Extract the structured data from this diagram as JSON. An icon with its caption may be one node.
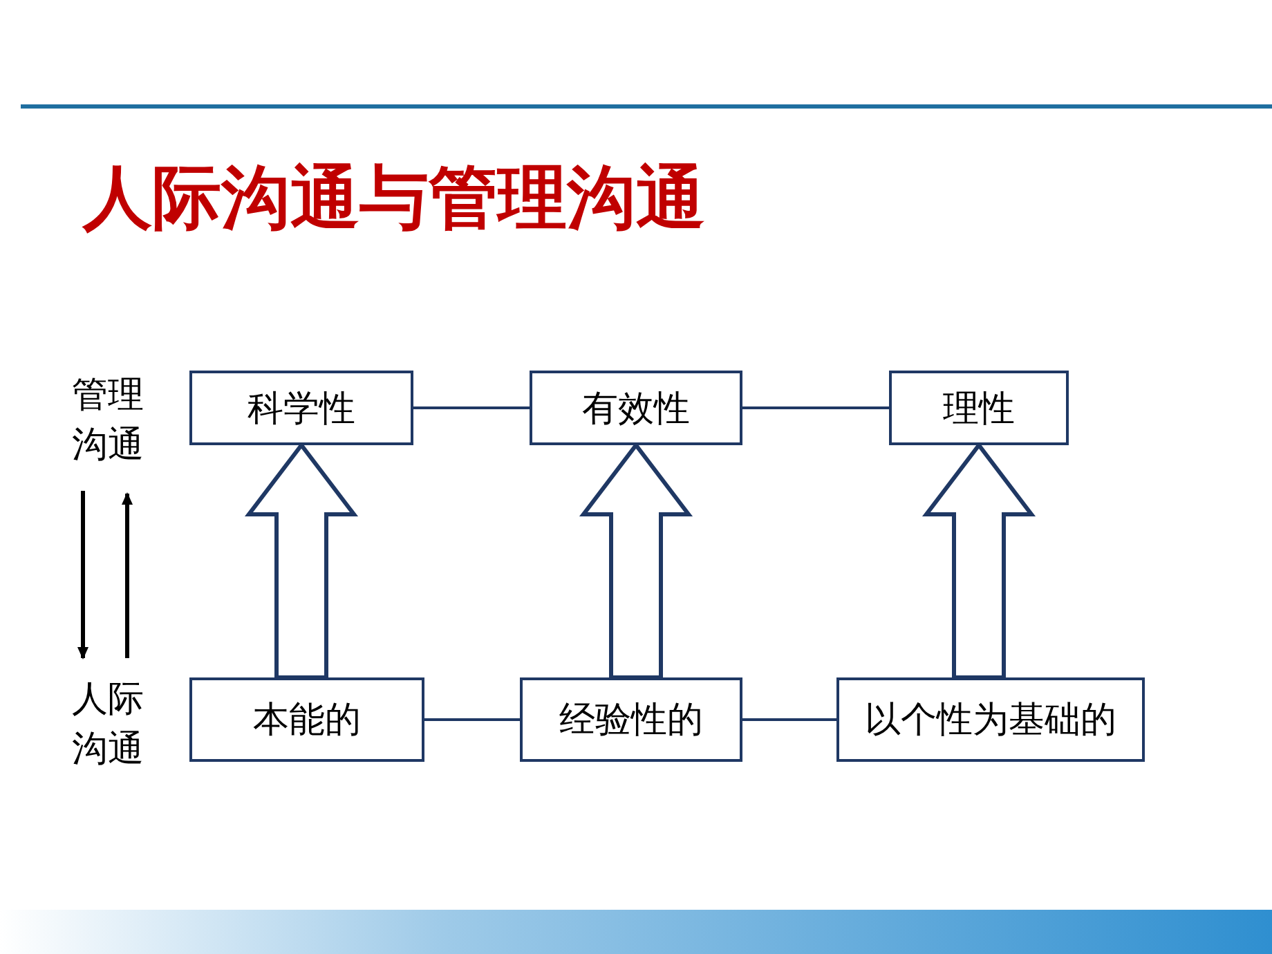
{
  "diagram": {
    "title": "人际沟通与管理沟通",
    "nodes": [
      {
        "text": [
          "管理沟通"
        ]
      },
      {
        "text": [
          "科学性"
        ]
      },
      {
        "text": [
          "有效性"
        ]
      },
      {
        "text": [
          "理性"
        ]
      },
      {
        "text": [
          "人际沟通"
        ]
      },
      {
        "text": [
          "本能的"
        ]
      },
      {
        "text": [
          "经验性的"
        ]
      },
      {
        "text": [
          "以个性为基础的"
        ]
      }
    ],
    "edges": [
      {
        "from": 1,
        "to": 2,
        "arrow": "none"
      },
      {
        "from": 2,
        "to": 3,
        "arrow": "none"
      },
      {
        "from": 5,
        "to": 6,
        "arrow": "none"
      },
      {
        "from": 6,
        "to": 7,
        "arrow": "none"
      },
      {
        "from": 5,
        "to": 1,
        "arrow": "to",
        "style": "thick"
      },
      {
        "from": 6,
        "to": 2,
        "arrow": "to",
        "style": "thick"
      },
      {
        "from": 7,
        "to": 3,
        "arrow": "to",
        "style": "thick"
      },
      {
        "from": 0,
        "to": 4,
        "arrow": "to",
        "color": "#000000"
      },
      {
        "from": 4,
        "to": 0,
        "arrow": "to",
        "color": "#000000"
      }
    ]
  }
}
